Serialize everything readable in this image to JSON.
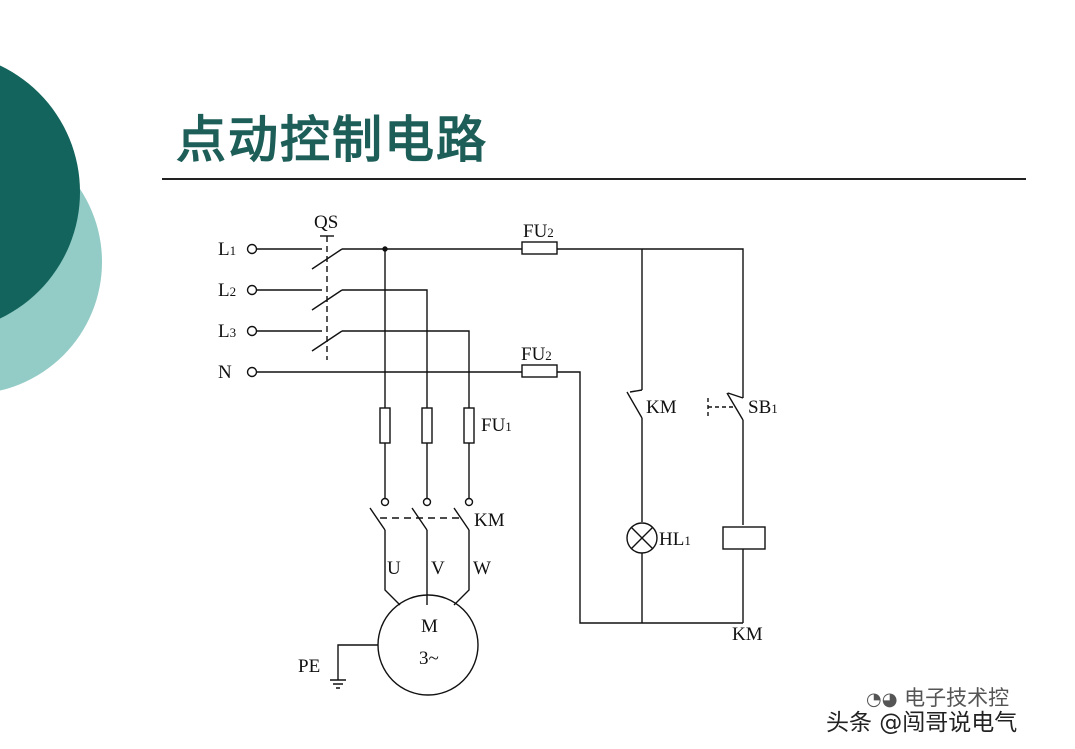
{
  "title": "点动控制电路",
  "labels": {
    "qs": "QS",
    "l1": "L",
    "l1_sub": "1",
    "l2": "L",
    "l2_sub": "2",
    "l3": "L",
    "l3_sub": "3",
    "n": "N",
    "fu2_top": "FU",
    "fu2_top_sub": "2",
    "fu2_n": "FU",
    "fu2_n_sub": "2",
    "fu1": "FU",
    "fu1_sub": "1",
    "km_main": "KM",
    "km_aux": "KM",
    "sb1": "SB",
    "sb1_sub": "1",
    "hl1": "HL",
    "hl1_sub": "1",
    "km_coil": "KM",
    "u": "U",
    "v": "V",
    "w": "W",
    "motor_m": "M",
    "motor_phase": "3~",
    "pe": "PE"
  },
  "watermark": {
    "account": "电子技术控",
    "source": "头条 @闯哥说电气"
  },
  "colors": {
    "title": "#1e5e58",
    "deco_dark": "#12645c",
    "deco_light": "#93cbc6",
    "line": "#111111"
  }
}
